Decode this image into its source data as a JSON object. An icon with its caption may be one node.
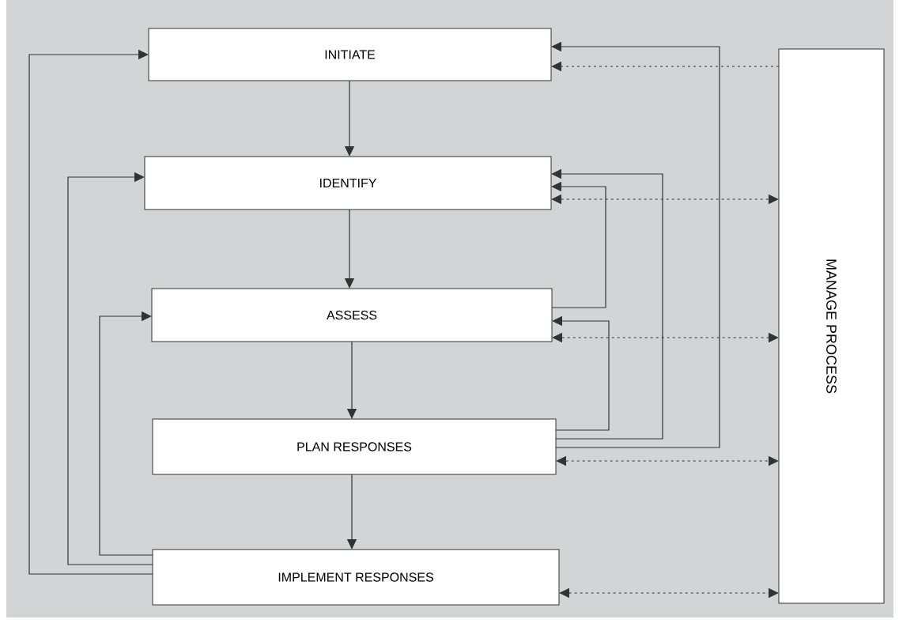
{
  "diagram": {
    "nodes": [
      {
        "text": [
          "INITIATE"
        ]
      },
      {
        "text": [
          "IDENTIFY"
        ]
      },
      {
        "text": [
          "ASSESS"
        ]
      },
      {
        "text": [
          "PLAN RESPONSES"
        ]
      },
      {
        "text": [
          "IMPLEMENT RESPONSES"
        ]
      },
      {
        "text": [
          "MANAGE PROCESS"
        ]
      }
    ],
    "edges": [
      {
        "from": 0,
        "to": 1,
        "arrow": "to"
      },
      {
        "from": 1,
        "to": 2,
        "arrow": "to"
      },
      {
        "from": 2,
        "to": 3,
        "arrow": "to"
      },
      {
        "from": 3,
        "to": 4,
        "arrow": "to"
      },
      {
        "from": 4,
        "to": 0,
        "arrow": "to"
      },
      {
        "from": 4,
        "to": 1,
        "arrow": "to"
      },
      {
        "from": 4,
        "to": 2,
        "arrow": "to"
      },
      {
        "from": 2,
        "to": 1,
        "arrow": "to"
      },
      {
        "from": 3,
        "to": 2,
        "arrow": "to"
      },
      {
        "from": 3,
        "to": 1,
        "arrow": "to"
      },
      {
        "from": 3,
        "to": 0,
        "arrow": "to"
      },
      {
        "from": 5,
        "to": 0,
        "arrow": "to",
        "style": "dashed"
      },
      {
        "from": 1,
        "to": 5,
        "arrow": "both",
        "style": "dashed"
      },
      {
        "from": 2,
        "to": 5,
        "arrow": "both",
        "style": "dashed"
      },
      {
        "from": 3,
        "to": 5,
        "arrow": "both",
        "style": "dashed"
      },
      {
        "from": 4,
        "to": 5,
        "arrow": "both",
        "style": "dashed"
      }
    ]
  }
}
